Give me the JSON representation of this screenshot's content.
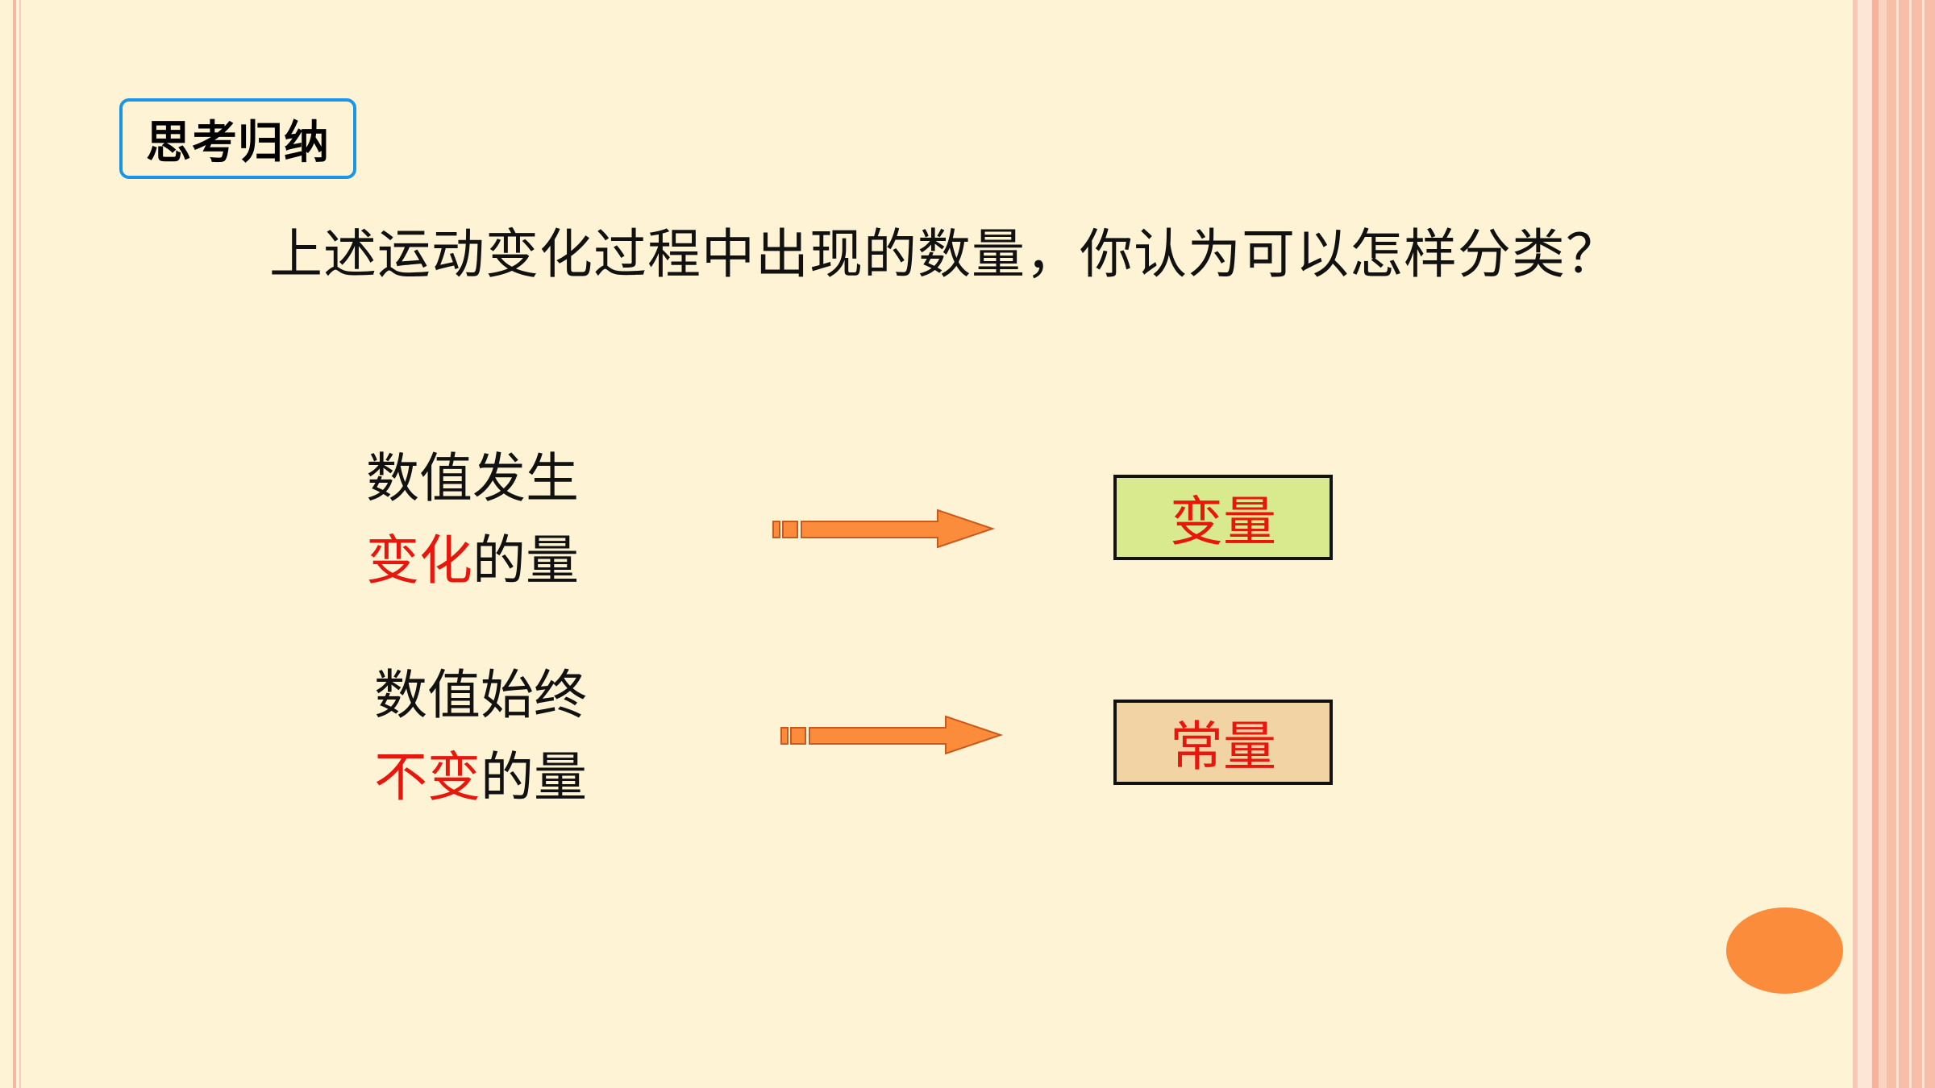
{
  "slide": {
    "title": "思考归纳",
    "question": "上述运动变化过程中出现的数量，你认为可以怎样分类？",
    "rows": [
      {
        "line1": "数值发生",
        "line2_highlight": "变化",
        "line2_rest": "的量",
        "result": "变量",
        "result_bg": "#d9ea8e"
      },
      {
        "line1": "数值始终",
        "line2_highlight": "不变",
        "line2_rest": "的量",
        "result": "常量",
        "result_bg": "#f1d3a4"
      }
    ]
  },
  "colors": {
    "background": "#fef4d5",
    "title_border": "#1a95e8",
    "highlight_text": "#e8170d",
    "arrow": "#fb8c3c",
    "border_lines": "#f4b7a4",
    "corner_dot": "#fb8c3c"
  }
}
